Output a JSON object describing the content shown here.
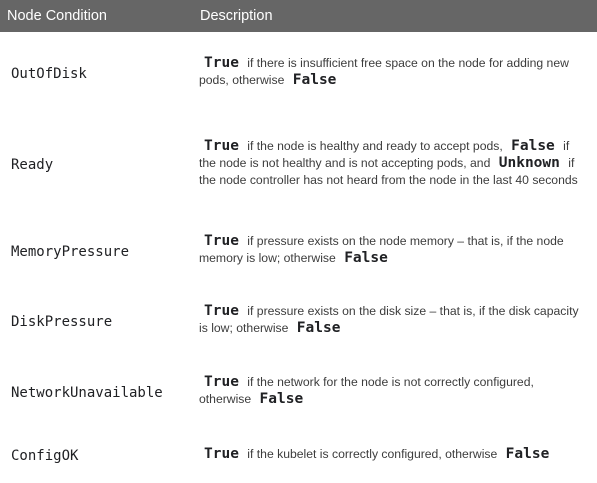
{
  "table": {
    "headers": [
      "Node Condition",
      "Description"
    ],
    "rows": [
      {
        "condition": "OutOfDisk",
        "parts": [
          {
            "kw": "True"
          },
          {
            "text": " if there is insufficient free space on the node for adding new pods, otherwise "
          },
          {
            "kw": "False"
          }
        ]
      },
      {
        "condition": "Ready",
        "parts": [
          {
            "kw": "True"
          },
          {
            "text": " if the node is healthy and ready to accept pods, "
          },
          {
            "kw": "False"
          },
          {
            "text": " if the node is not healthy and is not accepting pods, and "
          },
          {
            "kw": "Unknown"
          },
          {
            "text": " if the node controller has not heard from the node in the last 40 seconds"
          }
        ]
      },
      {
        "condition": "MemoryPressure",
        "parts": [
          {
            "kw": "True"
          },
          {
            "text": " if pressure exists on the node memory – that is, if the node memory is low; otherwise "
          },
          {
            "kw": "False"
          }
        ]
      },
      {
        "condition": "DiskPressure",
        "parts": [
          {
            "kw": "True"
          },
          {
            "text": " if pressure exists on the disk size – that is, if the disk capacity is low; otherwise "
          },
          {
            "kw": "False"
          }
        ]
      },
      {
        "condition": "NetworkUnavailable",
        "parts": [
          {
            "kw": "True"
          },
          {
            "text": " if the network for the node is not correctly configured, otherwise "
          },
          {
            "kw": "False"
          }
        ]
      },
      {
        "condition": "ConfigOK",
        "parts": [
          {
            "kw": "True"
          },
          {
            "text": " if the kubelet is correctly configured, otherwise "
          },
          {
            "kw": "False"
          }
        ]
      }
    ]
  }
}
